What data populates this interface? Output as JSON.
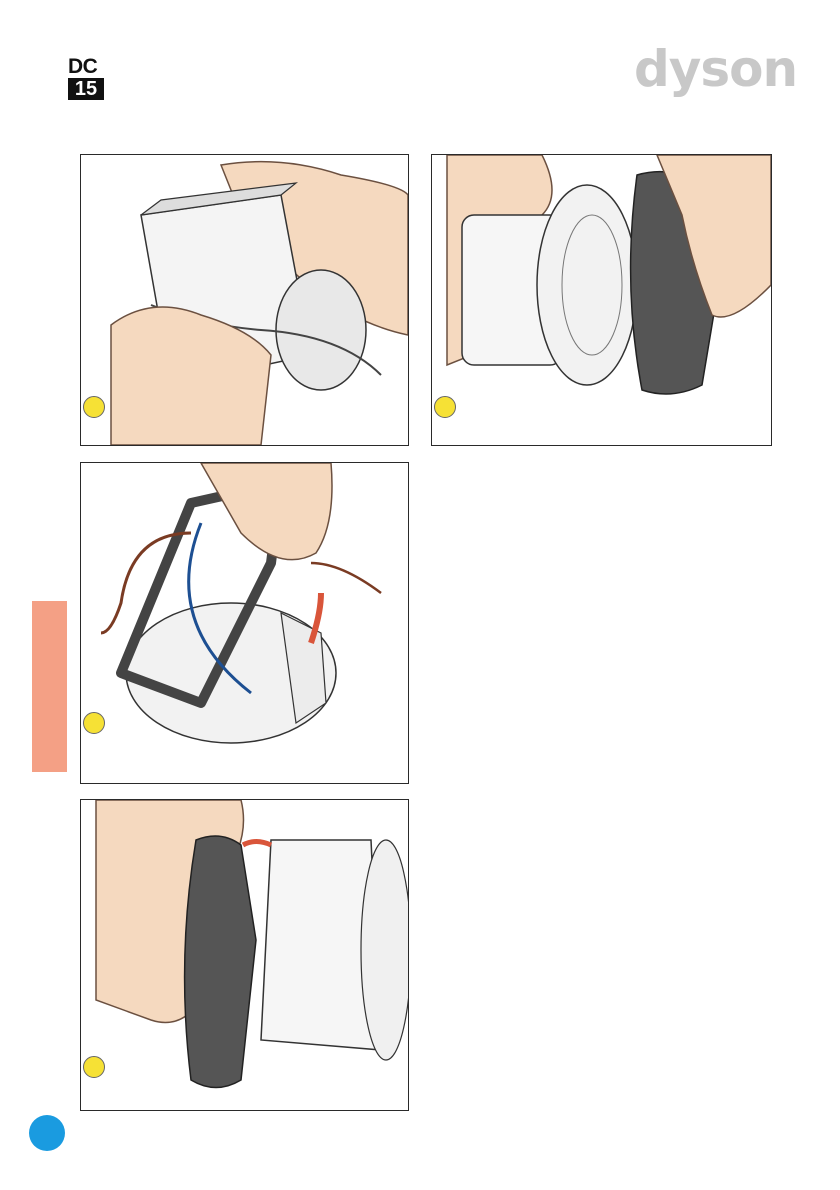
{
  "header": {
    "model_top": "DC",
    "model_number": "15",
    "brand": "dyson"
  },
  "colors": {
    "accent_tab": "#f4a085",
    "step_dot": "#f6e135",
    "page_dot": "#1a9be0",
    "skin": "#f5d9bf",
    "part_dark": "#555555",
    "arrow": "#d9553a"
  },
  "steps": [
    {
      "illustration": "hands-lifting-motor-cover-with-wires"
    },
    {
      "illustration": "hands-separating-motor-and-dark-fan-housing"
    },
    {
      "illustration": "hands-lifting-gasket-ring-with-wires"
    },
    {
      "illustration": "hands-removing-end-cap-from-motor"
    }
  ]
}
